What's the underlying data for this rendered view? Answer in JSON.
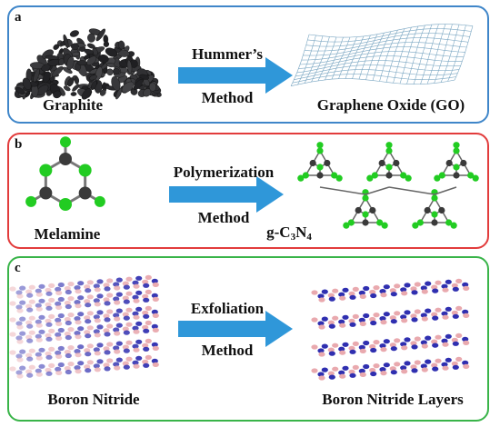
{
  "panels": [
    {
      "letter": "a",
      "source_label": "Graphite",
      "method_top": "Hummer’s",
      "method_bottom": "Method",
      "product_label": "Graphene Oxide (GO)",
      "border_color": "#3f86c9"
    },
    {
      "letter": "b",
      "source_label": "Melamine",
      "method_top": "Polymerization",
      "method_bottom": "Method",
      "product_label": {
        "prefix": "g-C",
        "sub1": "3",
        "mid": "N",
        "sub2": "4"
      },
      "border_color": "#e23c3c"
    },
    {
      "letter": "c",
      "source_label": "Boron Nitride",
      "method_top": "Exfoliation",
      "method_bottom": "Method",
      "product_label": "Boron Nitride Layers",
      "border_color": "#39b449"
    }
  ],
  "colors": {
    "arrow": "#2f97d9",
    "atom_green": "#22cc22",
    "atom_dark": "#3a3a3a",
    "bn_pink": "#e9a9ae",
    "bn_blue": "#2f2fb0",
    "sheet": "#7aa6c2"
  }
}
